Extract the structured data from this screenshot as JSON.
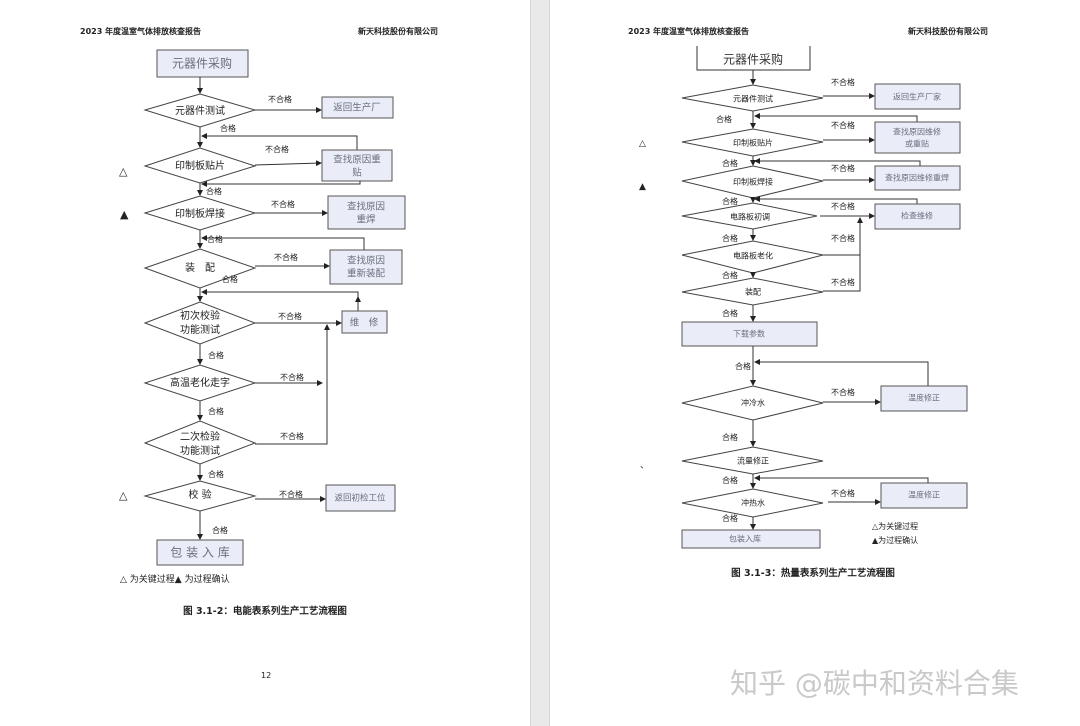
{
  "header": {
    "title": "2023 年度温室气体排放核查报告",
    "company": "新天科技股份有限公司"
  },
  "labels": {
    "pass": "合格",
    "fail": "不合格",
    "key_mark": "△",
    "confirm_mark": "▲"
  },
  "left": {
    "procure": "元器件采购",
    "test": "元器件测试",
    "return_factory": "返回生产厂",
    "smt": "印制板贴片",
    "resmt": [
      "查找原因重",
      "贴"
    ],
    "weld": "印制板焊接",
    "reweld": [
      "查找原因",
      "重焊"
    ],
    "assembly": "装　配",
    "reassembly": [
      "查找原因",
      "重新装配"
    ],
    "first_check": [
      "初次校验",
      "功能测试"
    ],
    "repair": "维　修",
    "aging": "高温老化走字",
    "second_check": [
      "二次检验",
      "功能测试"
    ],
    "calibrate": "校 验",
    "return_station": "返回初检工位",
    "pack": "包 装 入 库",
    "legend": "△ 为关键过程▲ 为过程确认",
    "caption": "图 3.1-2：电能表系列生产工艺流程图",
    "page_number": "12"
  },
  "right": {
    "procure": "元器件采购",
    "test": "元器件测试",
    "return_factory": "返回生产厂家",
    "smt": "印制板贴片",
    "resmt": [
      "查找原因维修",
      "或重贴"
    ],
    "weld": "印制板焊接",
    "reweld": "查找原因维修重焊",
    "debug": "电路板初调",
    "inspect_repair": "检查维修",
    "aging": "电路板老化",
    "assembly": "装配",
    "download": "下载参数",
    "cold_water": "冲冷水",
    "temp_fix": "温度修正",
    "flow_fix": "流量修正",
    "hot_water": "冲热水",
    "pack": "包装入库",
    "legend_key": "△为关键过程",
    "legend_confirm": "▲为过程确认",
    "stray_mark": "、",
    "caption": "图 3.1-3：热量表系列生产工艺流程图"
  },
  "watermark": "知乎 @碳中和资料合集"
}
